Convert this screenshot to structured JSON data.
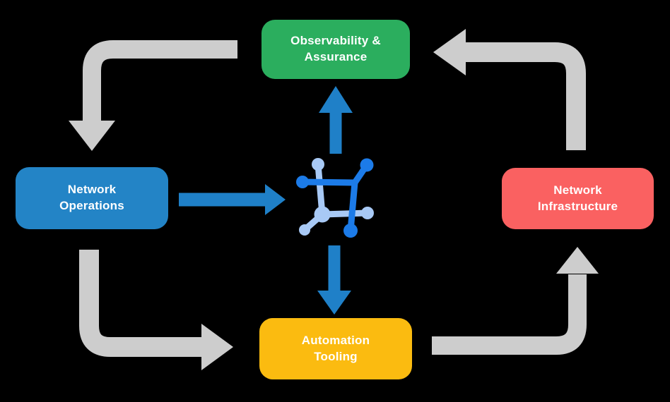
{
  "diagram": {
    "background": "#000000",
    "text_color": "#FFFFFF",
    "nodes": [
      {
        "label": "Observability & Assurance",
        "color": "#2BAE5E"
      },
      {
        "label": "Network Operations",
        "color": "#2384C6"
      },
      {
        "label": "Network Infrastructure",
        "color": "#FA6161"
      },
      {
        "label": "Automation Tooling",
        "color": "#FBBB10"
      }
    ],
    "center_icon": {
      "name": "network-hub-icon",
      "dark_color": "#1C7BE8",
      "light_color": "#A8C9F5"
    },
    "arrows": {
      "cycle_color": "#CDCDCD",
      "flow_color": "#1F80C8",
      "cycle": [
        {
          "from": "Observability & Assurance",
          "to": "Network Operations"
        },
        {
          "from": "Network Operations",
          "to": "Automation Tooling"
        },
        {
          "from": "Automation Tooling",
          "to": "Network Infrastructure"
        },
        {
          "from": "Network Infrastructure",
          "to": "Observability & Assurance"
        }
      ],
      "flow": [
        {
          "from": "Network Operations",
          "to": "network-hub-icon"
        },
        {
          "from": "network-hub-icon",
          "to": "Observability & Assurance"
        },
        {
          "from": "network-hub-icon",
          "to": "Automation Tooling"
        }
      ]
    }
  }
}
